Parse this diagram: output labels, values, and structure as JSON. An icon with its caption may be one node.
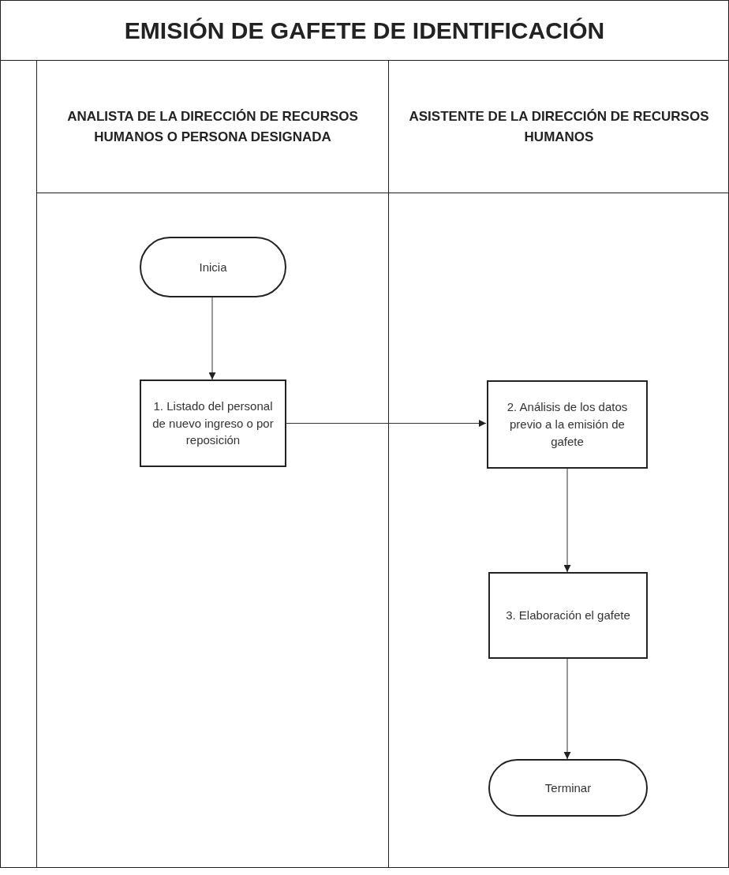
{
  "diagram": {
    "title": "EMISIÓN DE GAFETE DE IDENTIFICACIÓN",
    "nodes": [
      {
        "text": [
          "ANALISTA DE LA DIRECCIÓN DE RECURSOS HUMANOS O PERSONA DESIGNADA"
        ]
      },
      {
        "text": [
          "ASISTENTE DE LA DIRECCIÓN DE RECURSOS HUMANOS"
        ]
      },
      {
        "text": [
          "Inicia"
        ],
        "in": 0
      },
      {
        "text": [
          "1. Listado del personal de nuevo ingreso o por reposición"
        ],
        "in": 0
      },
      {
        "text": [
          "2. Análisis de los datos previo a la emisión de gafete"
        ],
        "in": 1
      },
      {
        "text": [
          "3. Elaboración el gafete"
        ],
        "in": 1
      },
      {
        "text": [
          "Terminar"
        ],
        "in": 1
      }
    ],
    "edges": [
      {
        "from": 2,
        "to": 3,
        "arrow": "to"
      },
      {
        "from": 3,
        "to": 4,
        "arrow": "to"
      },
      {
        "from": 4,
        "to": 5,
        "arrow": "to"
      },
      {
        "from": 5,
        "to": 6,
        "arrow": "to"
      }
    ]
  }
}
